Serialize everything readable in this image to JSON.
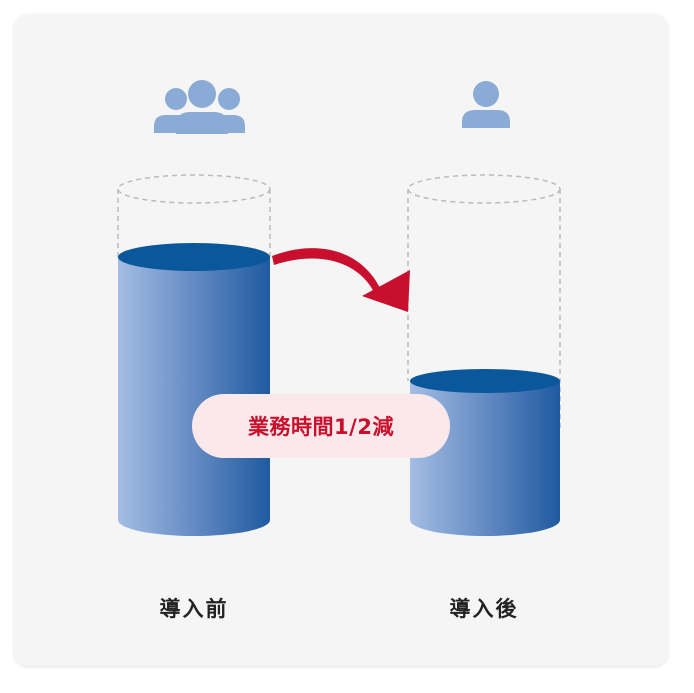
{
  "before": {
    "label": "導入前",
    "icon": "group-people-icon"
  },
  "after": {
    "label": "導入後",
    "icon": "single-person-icon"
  },
  "badge": {
    "text": "業務時間1/2減"
  },
  "colors": {
    "card_background": "#f5f5f5",
    "icon_blue": "#8aabd6",
    "cylinder_light": "#a4bde3",
    "cylinder_dark": "#1f5aa0",
    "cylinder_top": "#0b579c",
    "arrow_red": "#c8102e",
    "badge_background": "#fbe8ea",
    "dashed_outline": "#bbbbbb"
  }
}
